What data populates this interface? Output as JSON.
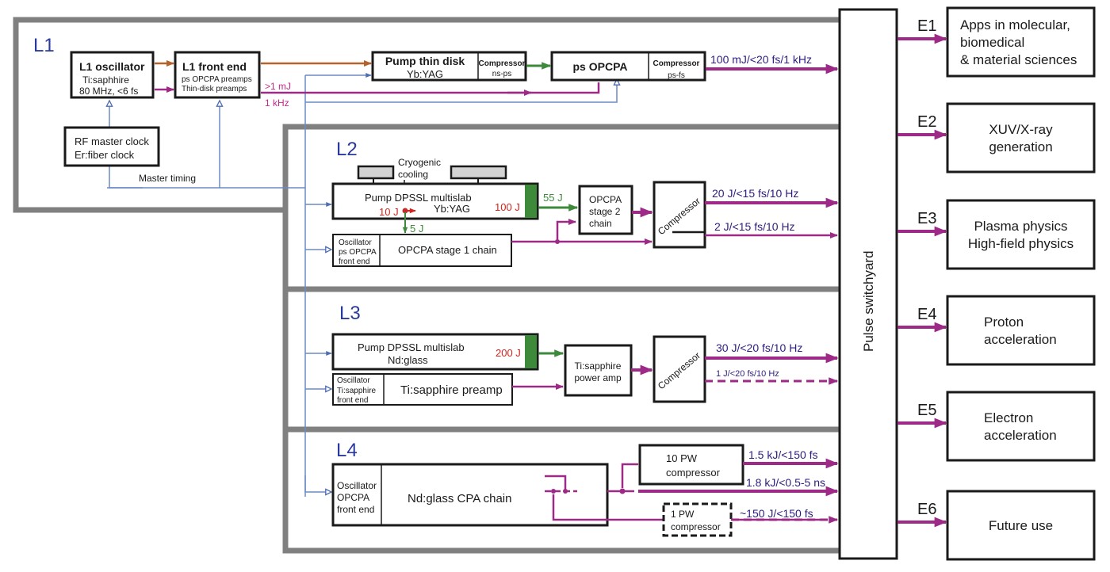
{
  "sections": {
    "l1": "L1",
    "l2": "L2",
    "l3": "L3",
    "l4": "L4"
  },
  "l1": {
    "oscillator": {
      "title": "L1 oscillator",
      "line1": "Ti:saphhire",
      "line2": "80 MHz, <6 fs"
    },
    "front_end": {
      "title": "L1 front end",
      "line1": "ps OPCPA preamps",
      "line2": "Thin-disk preamps"
    },
    "rf_clock": {
      "line1": "RF master clock",
      "line2": "Er:fiber clock"
    },
    "master_timing": "Master timing",
    "energy_label": ">1 mJ",
    "rate_label": "1 kHz",
    "pump_thin_disk": {
      "title": "Pump thin disk",
      "subtitle": "Yb:YAG"
    },
    "compressor_ns_ps": {
      "title": "Compressor",
      "subtitle": "ns-ps"
    },
    "ps_opcpa": "ps OPCPA",
    "compressor_ps_fs": {
      "title": "Compressor",
      "subtitle": "ps-fs"
    },
    "output": "100 mJ/<20 fs/1 kHz"
  },
  "l2": {
    "cryogenic": {
      "line1": "Cryogenic",
      "line2": "cooling"
    },
    "pump": {
      "line1": "Pump DPSSL multislab",
      "line2": "Yb:YAG",
      "energy_in": "10 J",
      "energy_out": "100 J"
    },
    "green_55": "55 J",
    "green_5": "5 J",
    "front_end": {
      "line1": "Oscillator",
      "line2": "ps OPCPA",
      "line3": "front end"
    },
    "stage1": "OPCPA stage 1 chain",
    "stage2": {
      "line1": "OPCPA",
      "line2": "stage 2",
      "line3": "chain"
    },
    "compressor": "Compressor",
    "output_1": "20 J/<15 fs/10 Hz",
    "output_2": "2 J/<15 fs/10 Hz"
  },
  "l3": {
    "pump": {
      "line1": "Pump DPSSL multislab",
      "line2": "Nd:glass",
      "energy": "200 J"
    },
    "front_end": {
      "line1": "Oscillator",
      "line2": "Ti:sapphire",
      "line3": "front end"
    },
    "preamp": "Ti:sapphire preamp",
    "power_amp": {
      "line1": "Ti:sapphire",
      "line2": "power amp"
    },
    "compressor": "Compressor",
    "output_1": "30 J/<20 fs/10 Hz",
    "output_2": "1 J/<20 fs/10 Hz"
  },
  "l4": {
    "front_end": {
      "line1": "Oscillator",
      "line2": "OPCPA",
      "line3": "front end"
    },
    "chain": "Nd:glass CPA chain",
    "compressor_10pw": {
      "line1": "10 PW",
      "line2": "compressor"
    },
    "compressor_1pw": {
      "line1": "1 PW",
      "line2": "compressor"
    },
    "output_1": "1.5 kJ/<150 fs",
    "output_2": "1.8 kJ/<0.5-5 ns",
    "output_3": "~150 J/<150 fs"
  },
  "switchyard": "Pulse switchyard",
  "endstations": [
    {
      "id": "E1",
      "lines": [
        "Apps in molecular,",
        "biomedical",
        "& material sciences"
      ]
    },
    {
      "id": "E2",
      "lines": [
        "XUV/X-ray",
        "generation"
      ]
    },
    {
      "id": "E3",
      "lines": [
        "Plasma physics",
        "High-field physics"
      ]
    },
    {
      "id": "E4",
      "lines": [
        "Proton",
        "acceleration"
      ]
    },
    {
      "id": "E5",
      "lines": [
        "Electron",
        "acceleration"
      ]
    },
    {
      "id": "E6",
      "lines": [
        "Future use"
      ]
    }
  ],
  "colors": {
    "timing_blue": "#6b8ac4",
    "seed_brown": "#b5632a",
    "beam_magenta": "#9c2a86",
    "pump_green": "#3d8a3b",
    "energy_red": "#d4231e",
    "section_label_blue": "#2a3a9c",
    "output_label_purple": "#2e1d80",
    "frame_gray": "#808080"
  }
}
